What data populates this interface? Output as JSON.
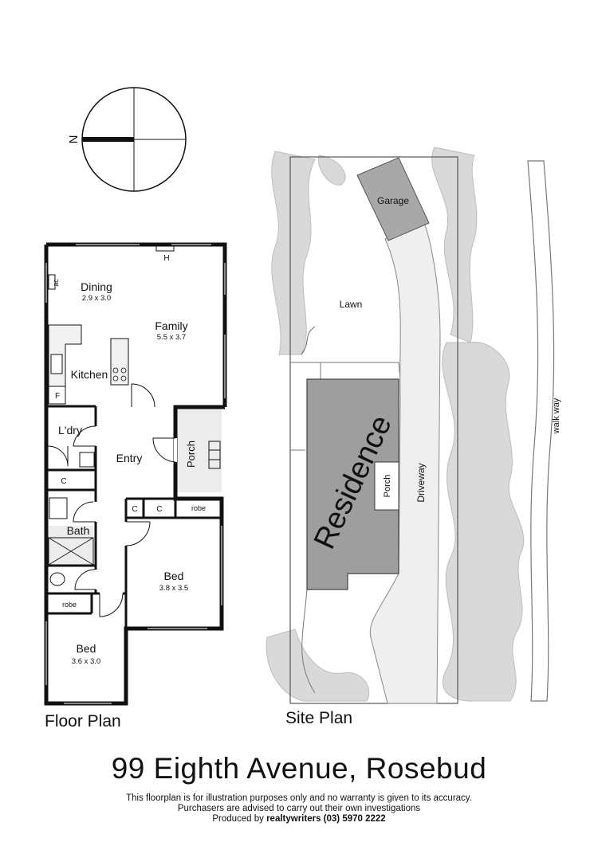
{
  "compass": {
    "north_label": "N"
  },
  "floor_plan": {
    "title": "Floor  Plan",
    "rooms": [
      {
        "name": "Dining",
        "size": "2.9 x 3.0"
      },
      {
        "name": "Family",
        "size": "5.5 x 3.7"
      },
      {
        "name": "Kitchen"
      },
      {
        "name": "L'dry"
      },
      {
        "name": "Entry"
      },
      {
        "name": "Porch"
      },
      {
        "name": "Bath"
      },
      {
        "name": "Bed",
        "size": "3.8 x 3.5"
      },
      {
        "name": "Bed",
        "size": "3.6 x 3.0"
      }
    ],
    "fixtures": {
      "heater": "H",
      "aircon": "ac",
      "fridge": "F",
      "cupboard": "C",
      "robe": "robe"
    }
  },
  "site_plan": {
    "title": "Site Plan",
    "labels": {
      "garage": "Garage",
      "lawn": "Lawn",
      "residence": "Residence",
      "porch": "Porch",
      "driveway": "Driveway",
      "walkway": "walk way"
    }
  },
  "footer": {
    "address": "99 Eighth Avenue, Rosebud",
    "line1": "This floorplan is for illustration purposes only and no warranty is given to its accuracy.",
    "line2": "Purchasers are advised to carry out their own investigations",
    "line3_prefix": "Produced by ",
    "line3_brand": "realtywriters",
    "line3_phone": " (03) 5970 2222"
  }
}
